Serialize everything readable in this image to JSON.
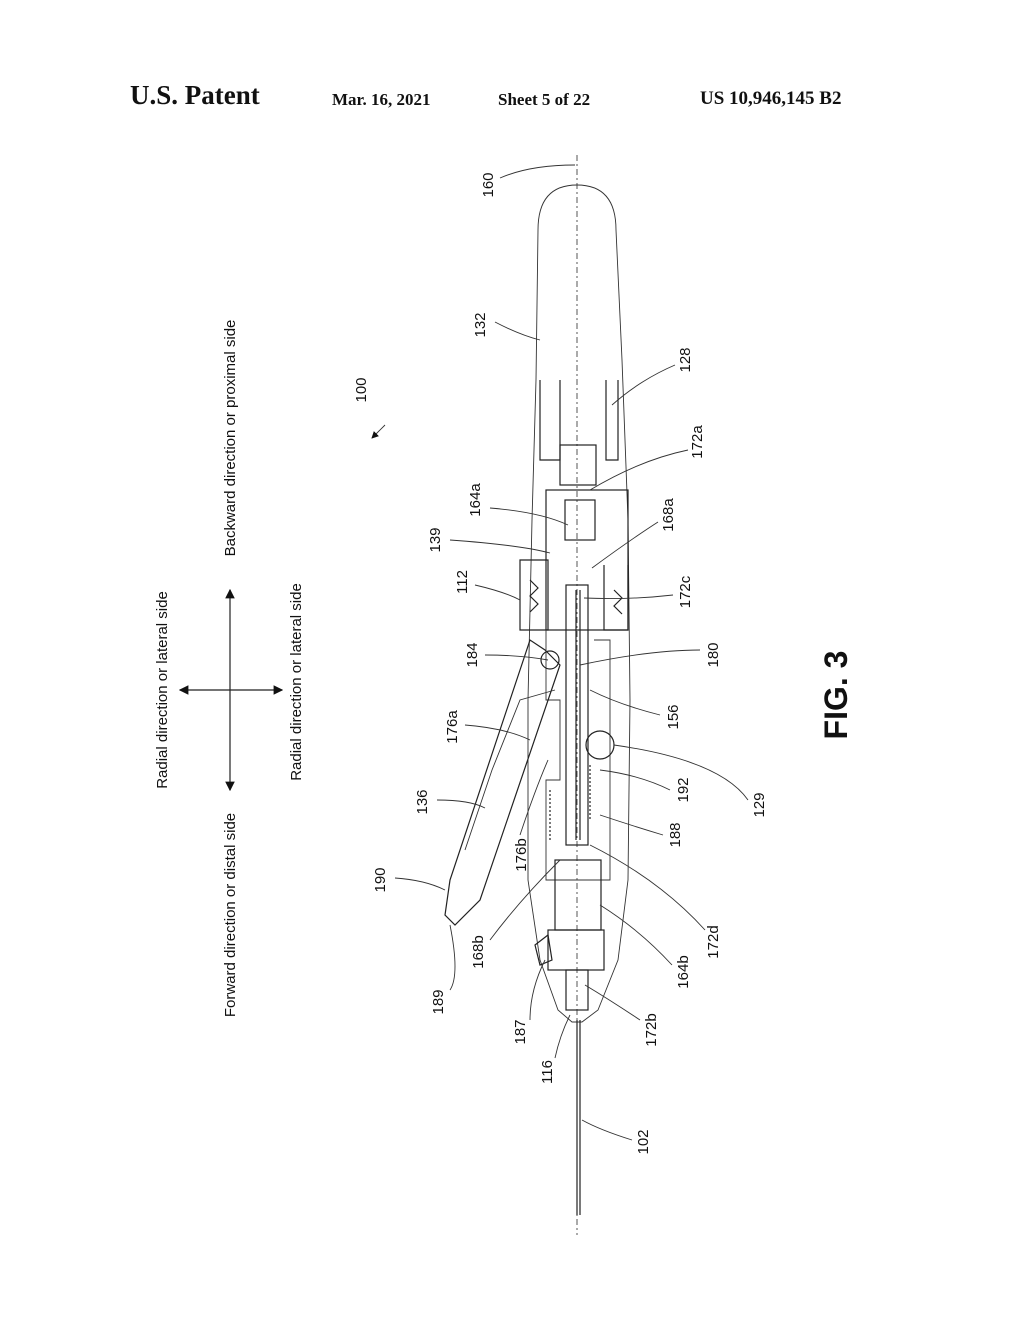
{
  "header": {
    "title": "U.S. Patent",
    "date": "Mar. 16, 2021",
    "sheet": "Sheet 5 of 22",
    "patent_number": "US 10,946,145 B2"
  },
  "figure": {
    "caption": "FIG. 3",
    "directions": {
      "radial_left": "Radial direction or lateral side",
      "backward": "Backward direction or proximal side",
      "forward": "Forward direction or distal side",
      "radial_right": "Radial direction or lateral side"
    },
    "labels": {
      "l100": "100",
      "l160": "160",
      "l132": "132",
      "l128": "128",
      "l172a": "172a",
      "l164a": "164a",
      "l139": "139",
      "l168a": "168a",
      "l112": "112",
      "l172c": "172c",
      "l184": "184",
      "l180": "180",
      "l176a": "176a",
      "l156": "156",
      "l136": "136",
      "l192": "192",
      "l129": "129",
      "l188": "188",
      "l176b": "176b",
      "l190": "190",
      "l168b": "168b",
      "l172d": "172d",
      "l164b": "164b",
      "l189": "189",
      "l187": "187",
      "l172b": "172b",
      "l116": "116",
      "l102": "102"
    }
  }
}
